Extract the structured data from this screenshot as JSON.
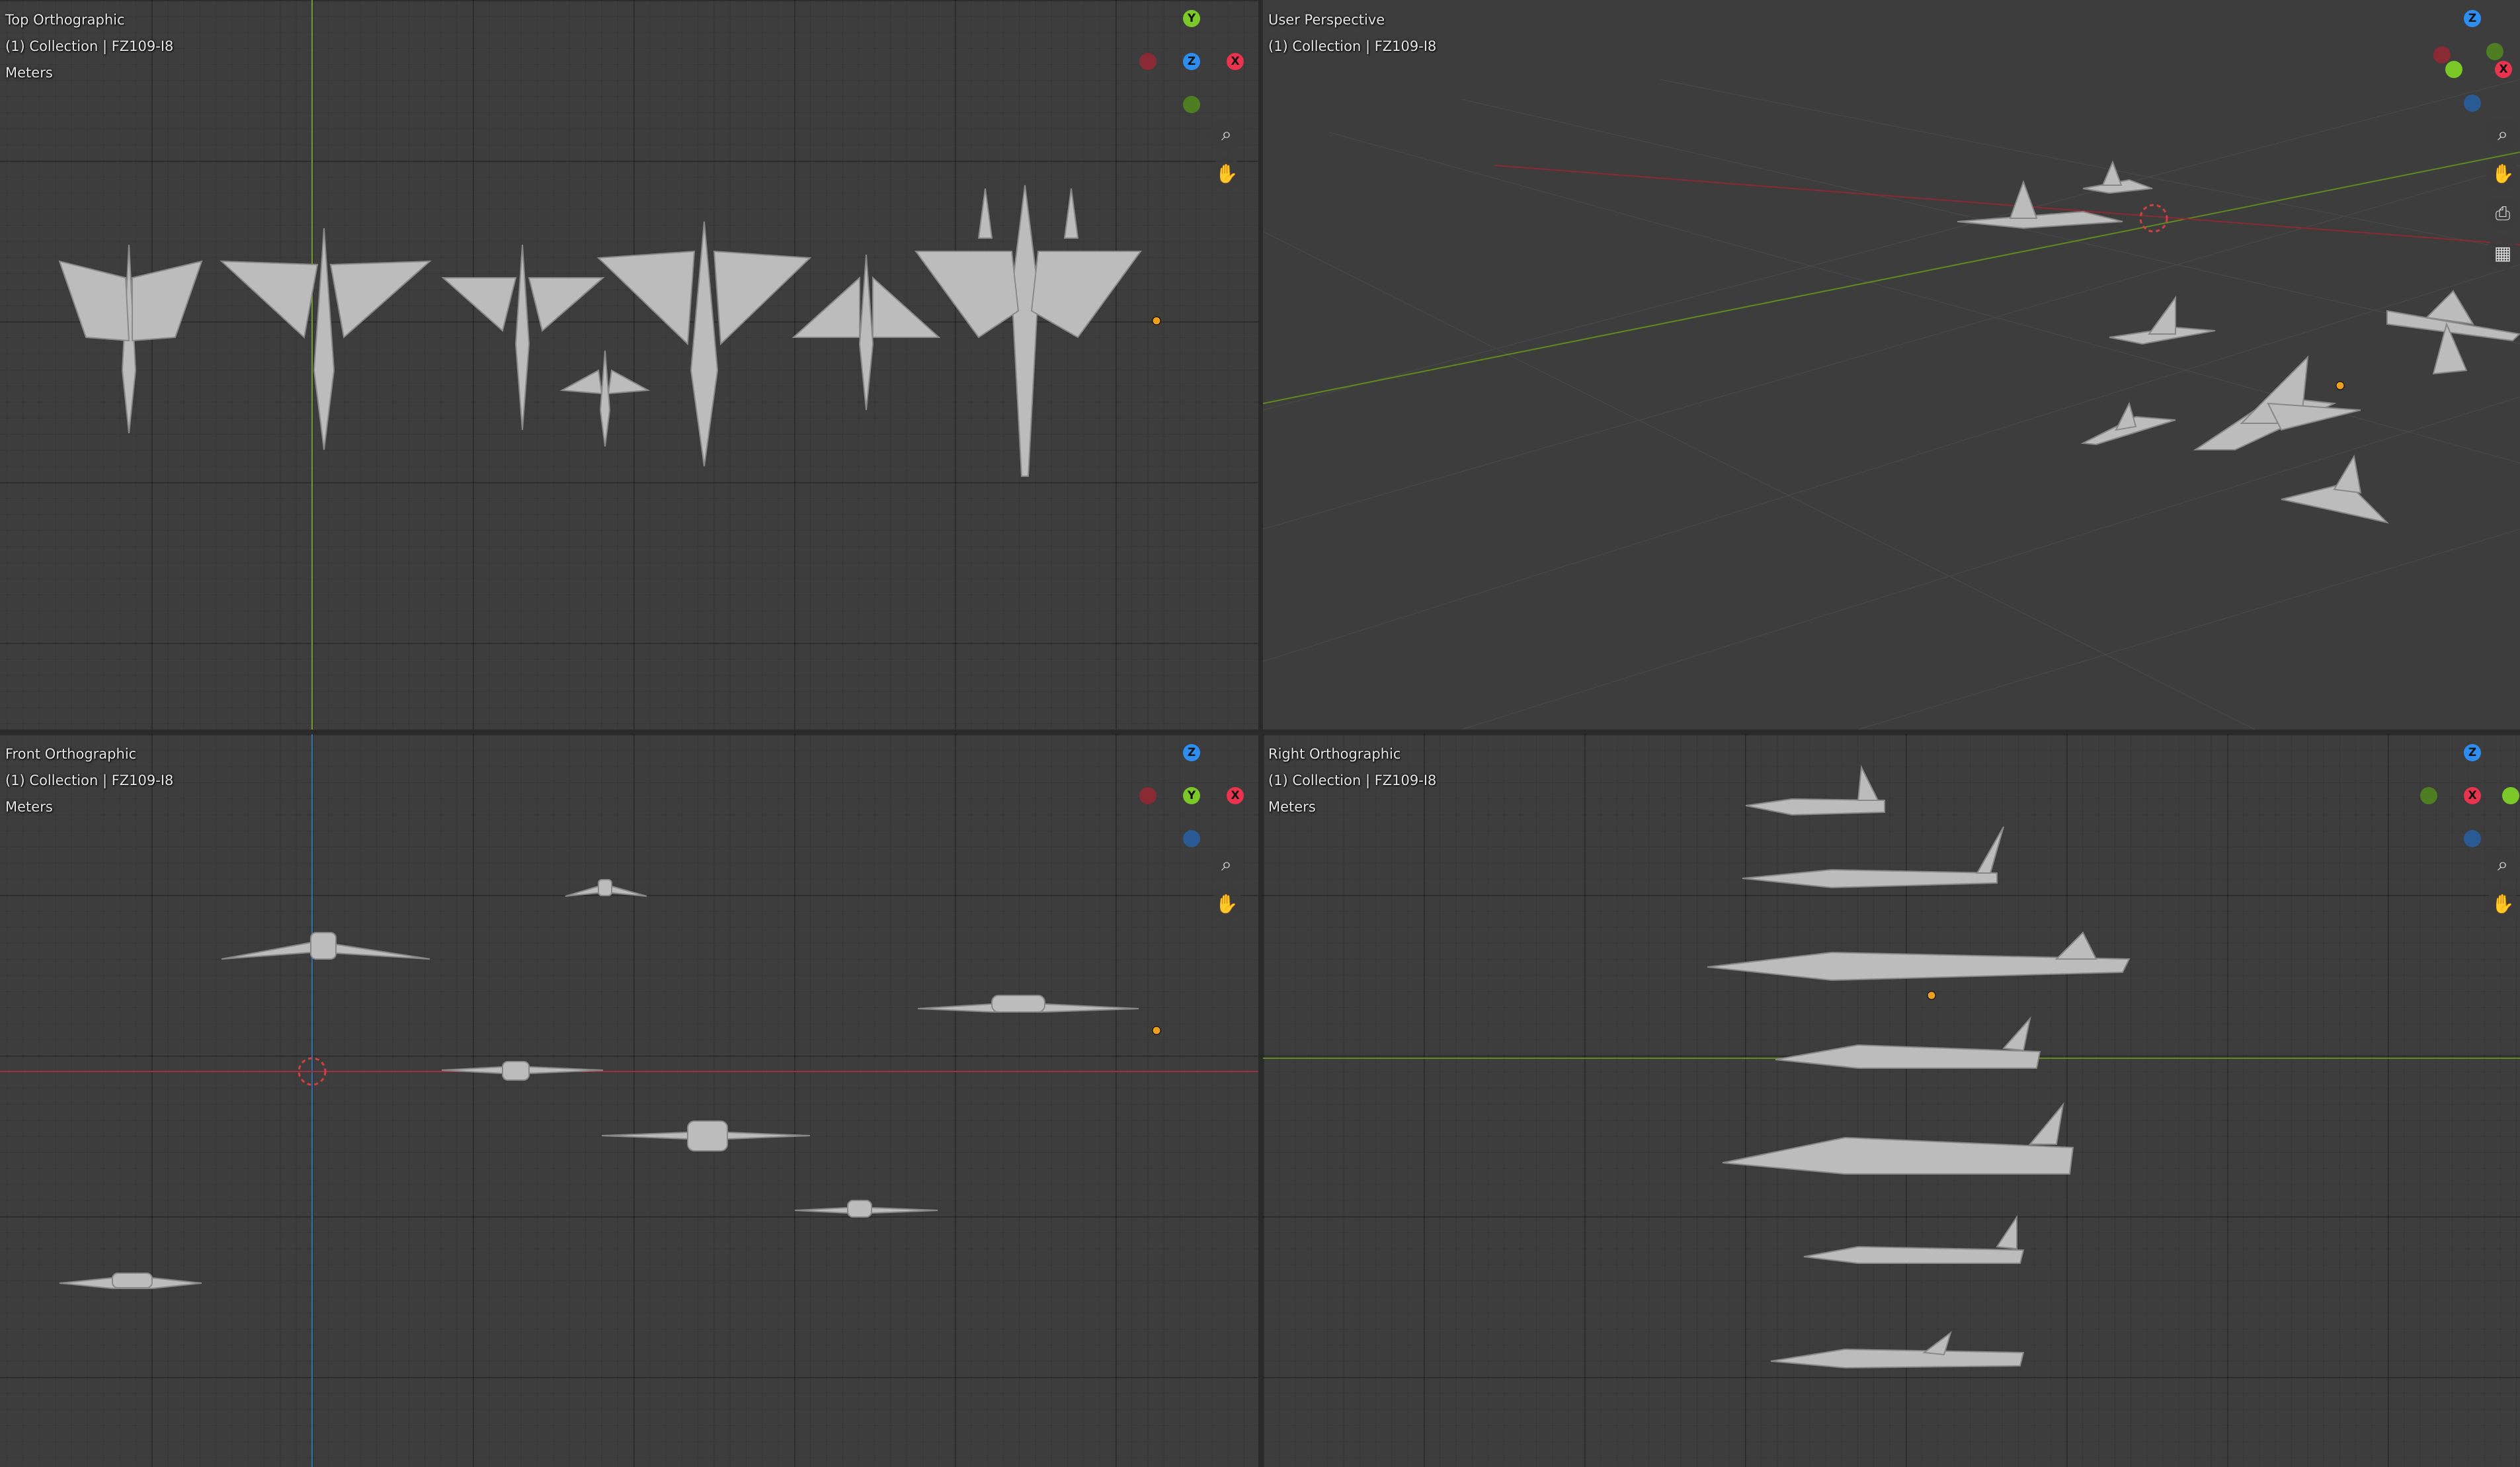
{
  "viewports": {
    "top": {
      "view_name": "Top Orthographic",
      "collection": "(1) Collection | FZ109-I8",
      "units": "Meters"
    },
    "perspective": {
      "view_name": "User Perspective",
      "collection": "(1) Collection | FZ109-I8"
    },
    "front": {
      "view_name": "Front Orthographic",
      "collection": "(1) Collection | FZ109-I8",
      "units": "Meters"
    },
    "right": {
      "view_name": "Right Orthographic",
      "collection": "(1) Collection | FZ109-I8",
      "units": "Meters"
    }
  },
  "gizmo_labels": {
    "x": "X",
    "y": "Y",
    "z": "Z"
  },
  "tools": {
    "zoom": "zoom-icon",
    "pan": "hand-icon",
    "camera": "camera-icon",
    "grid": "grid-icon"
  },
  "colors": {
    "background": "#3d3d3d",
    "axis_x": "#e8344d",
    "axis_y": "#7bc929",
    "axis_z": "#2e8ef0",
    "model": "#bdbdbd",
    "origin": "#f0a020"
  }
}
